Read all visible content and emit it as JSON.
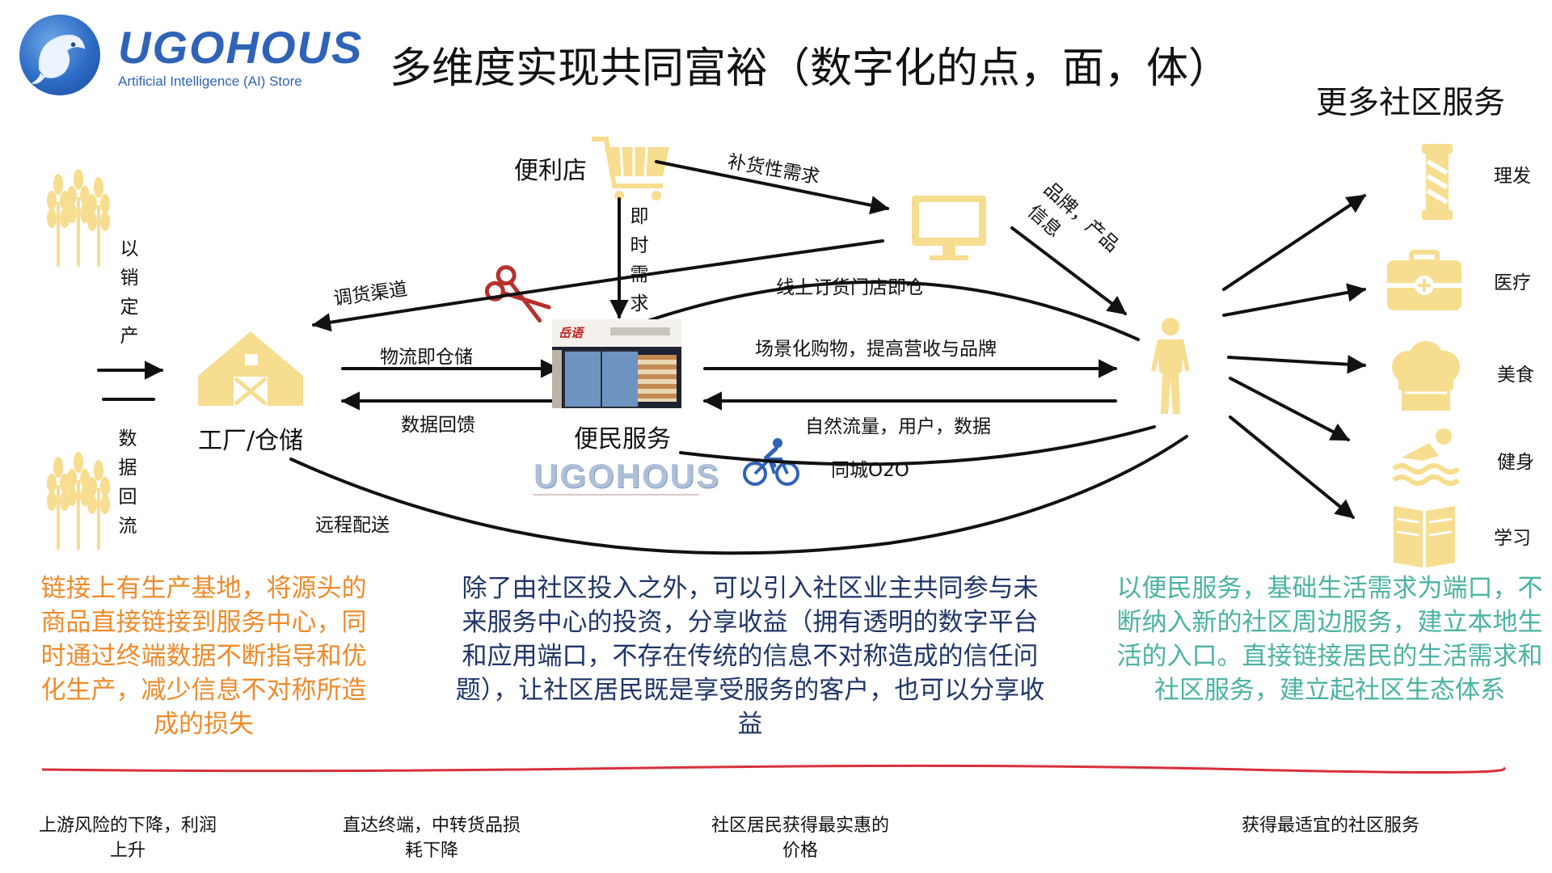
{
  "logo": {
    "wordmark": "UGOHOUS",
    "tagline": "Artificial Intelligence (AI) Store"
  },
  "title": "多维度实现共同富裕（数字化的点，面，体）",
  "right_header": "更多社区服务",
  "nodes": {
    "factory": "工厂/仓储",
    "convenience_service": "便民服务",
    "convenience_store": "便利店"
  },
  "vertical_labels": {
    "produce_by_sales": [
      "以",
      "销",
      "定",
      "产"
    ],
    "data_backflow": [
      "数",
      "据",
      "回",
      "流"
    ],
    "instant_demand": [
      "即",
      "时",
      "需",
      "求"
    ]
  },
  "flow_labels": {
    "transfer_channel": "调货渠道",
    "logistics": "物流即仓储",
    "data_feedback": "数据回馈",
    "remote_delivery": "远程配送",
    "replenish_demand": "补货性需求",
    "online_order": "线上订货门店即仓",
    "scenario_shopping": "场景化购物，提高营收与品牌",
    "natural_traffic": "自然流量，用户，数据",
    "city_o2o": "同城O2O",
    "brand_info": [
      "品牌，产品",
      "信息"
    ]
  },
  "watermark": "UGOHOUS",
  "store_sign_brand": "岳语",
  "services": [
    {
      "label": "理发",
      "icon": "barber-pole-icon"
    },
    {
      "label": "医疗",
      "icon": "medical-kit-icon"
    },
    {
      "label": "美食",
      "icon": "chef-hat-icon"
    },
    {
      "label": "健身",
      "icon": "swimmer-icon"
    },
    {
      "label": "学习",
      "icon": "book-icon"
    }
  ],
  "paragraphs": {
    "left": "链接上有生产基地，将源头的商品直接链接到服务中心，同时通过终端数据不断指导和优化生产，减少信息不对称所造成的损失",
    "middle": "除了由社区投入之外，可以引入社区业主共同参与未来服务中心的投资，分享收益（拥有透明的数字平台和应用端口，不存在传统的信息不对称造成的信任问题），让社区居民既是享受服务的客户，也可以分享收益",
    "right": "以便民服务，基础生活需求为端口，不断纳入新的社区周边服务，建立本地生活的入口。直接链接居民的生活需求和社区服务，建立起社区生态体系"
  },
  "footer": [
    "上游风险的下降，利润上升",
    "直达终端，中转货品损耗下降",
    "社区居民获得最实惠的价格",
    "获得最适宜的社区服务"
  ],
  "colors": {
    "icon_fill": "#f7dd8f",
    "orange_text": "#ef8a2a",
    "navy_text": "#1f3568",
    "teal_text": "#4bb3a2",
    "divider": "#d9303a",
    "accent_blue": "#2f63b8"
  }
}
